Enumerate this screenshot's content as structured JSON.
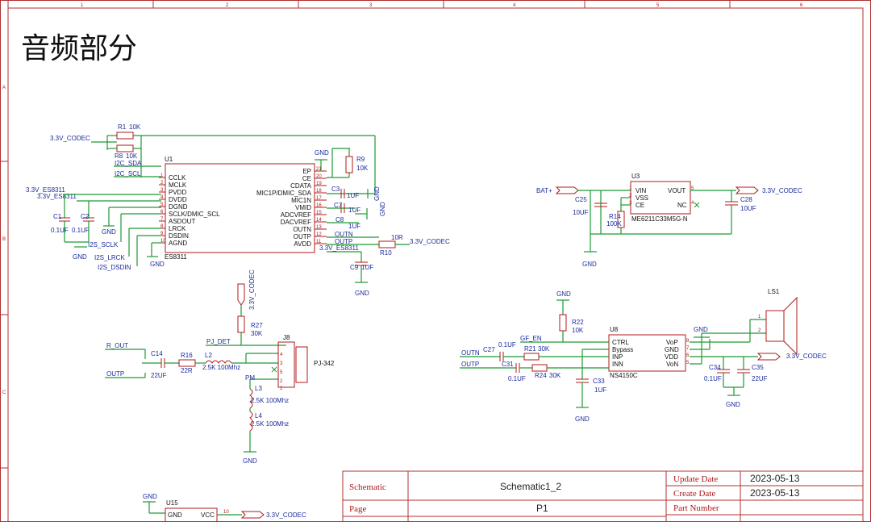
{
  "heading": "音频部分",
  "frame": {
    "columns": [
      "1",
      "2",
      "3",
      "4",
      "5",
      "6"
    ],
    "rows": [
      "A",
      "B",
      "C"
    ]
  },
  "nets": {
    "v33codec": "3.3V_CODEC",
    "v33es": "3.3V_ES8311",
    "i2c_sda": "I2C_SDA",
    "i2c_scl": "I2C_SCL",
    "i2s_sclk": "I2S_SCLK",
    "i2s_lrck": "I2S_LRCK",
    "i2s_dsdin": "I2S_DSDIN",
    "gnd": "GND",
    "bat": "BAT+",
    "r_out": "R_OUT",
    "outp": "OUTP",
    "outn": "OUTN",
    "pj_det": "PJ_DET",
    "pm": "PM",
    "gf_en": "GF_EN"
  },
  "u1": {
    "ref": "U1",
    "name": "ES8311",
    "left_pins": [
      "CCLK",
      "MCLK",
      "PVDD",
      "DVDD",
      "DGND",
      "SCLK/DMIC_SCL",
      "ASDOUT",
      "LRCK",
      "DSDIN",
      "AGND"
    ],
    "left_nums": [
      "1",
      "2",
      "3",
      "4",
      "5",
      "6",
      "7",
      "8",
      "9",
      "10"
    ],
    "right_pins": [
      "EP",
      "CE",
      "CDATA",
      "MIC1P/DMIC_SDA",
      "MIC1N",
      "VMID",
      "ADCVREF",
      "DACVREF",
      "OUTN",
      "OUTP",
      "AVDD"
    ],
    "right_nums": [
      "21",
      "20",
      "19",
      "18",
      "17",
      "16",
      "15",
      "14",
      "13",
      "12",
      "11"
    ]
  },
  "u3": {
    "ref": "U3",
    "name": "ME6211C33M5G-N",
    "pins_left": [
      "VIN",
      "VSS",
      "CE"
    ],
    "pins_right": [
      "VOUT",
      "NC"
    ],
    "nums_left": [
      "1",
      "2",
      "3"
    ],
    "nums_right": [
      "5",
      "4"
    ]
  },
  "u8": {
    "ref": "U8",
    "name": "NS4150C",
    "pins_left": [
      "CTRL",
      "Bypass",
      "INP",
      "INN"
    ],
    "pins_right": [
      "VoP",
      "GND",
      "VDD",
      "VoN"
    ],
    "nums_left": [
      "1",
      "2",
      "3",
      "4"
    ],
    "nums_right": [
      "8",
      "7",
      "6",
      "5"
    ]
  },
  "u15": {
    "ref": "U15",
    "pins": [
      "GND",
      "VCC"
    ],
    "pin_num": "10"
  },
  "j8": {
    "ref": "J8",
    "name": "PJ-342",
    "pins": [
      "4",
      "3",
      "5",
      "2",
      "1"
    ]
  },
  "ls1": {
    "ref": "LS1",
    "pins": [
      "1",
      "2"
    ]
  },
  "passives": {
    "r1": [
      "R1",
      "10K"
    ],
    "r8": [
      "R8",
      "10K"
    ],
    "r9": [
      "R9",
      "10K"
    ],
    "r10": [
      "R10",
      "10R"
    ],
    "r14": [
      "R14",
      "100K"
    ],
    "r16": [
      "R16",
      "22R"
    ],
    "r21": [
      "R21",
      "30K"
    ],
    "r22": [
      "R22",
      "10K"
    ],
    "r24": [
      "R24",
      "30K"
    ],
    "r27": [
      "R27",
      "30K"
    ],
    "c1": [
      "C1",
      "0.1UF"
    ],
    "c2": [
      "C2",
      "0.1UF"
    ],
    "c3": [
      "C3",
      "1UF"
    ],
    "c7": [
      "C7",
      "1UF"
    ],
    "c8": [
      "C8",
      "1UF"
    ],
    "c9": [
      "C9",
      "1UF"
    ],
    "c14": [
      "C14",
      "22UF"
    ],
    "c25": [
      "C25",
      "10UF"
    ],
    "c27": [
      "C27",
      "0.1UF"
    ],
    "c28": [
      "C28",
      "10UF"
    ],
    "c31": [
      "C31",
      "0.1UF"
    ],
    "c33": [
      "C33",
      "1UF"
    ],
    "c34": [
      "C34",
      "0.1UF"
    ],
    "c35": [
      "C35",
      "22UF"
    ],
    "l2": [
      "L2",
      "2.5K 100Mhz"
    ],
    "l3": [
      "L3",
      "2.5K 100Mhz"
    ],
    "l4": [
      "L4",
      "2.5K 100Mhz"
    ]
  },
  "title_block": {
    "schematic_label": "Schematic",
    "schematic_value": "Schematic1_2",
    "page_label": "Page",
    "page_value": "P1",
    "update_label": "Update Date",
    "update_value": "2023-05-13",
    "create_label": "Create Date",
    "create_value": "2023-05-13",
    "part_label": "Part Number",
    "part_value": ""
  },
  "colors": {
    "frame": "#b03030",
    "wire": "#1e9a35",
    "part": "#b01818",
    "label": "#1a2a9a"
  }
}
